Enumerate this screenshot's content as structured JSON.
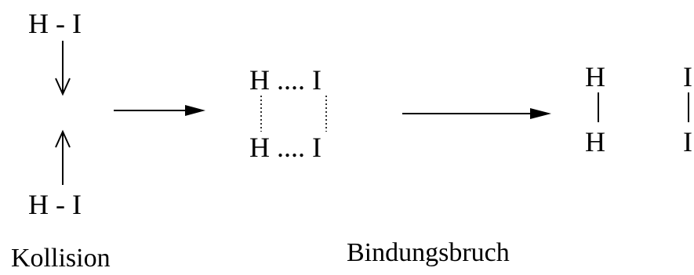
{
  "diagram": {
    "reactants": {
      "top_molecule": "H - I",
      "bottom_molecule": "H - I"
    },
    "transition_state": {
      "top_row": "H .... I",
      "bottom_row": "H .... I"
    },
    "products": {
      "h_top": "H",
      "h_bottom": "H",
      "i_top": "I",
      "i_bottom": "I"
    },
    "labels": {
      "collision": "Kollision",
      "bond_breaking": "Bindungsbruch"
    },
    "colors": {
      "ink": "#000000",
      "background": "#ffffff"
    }
  }
}
